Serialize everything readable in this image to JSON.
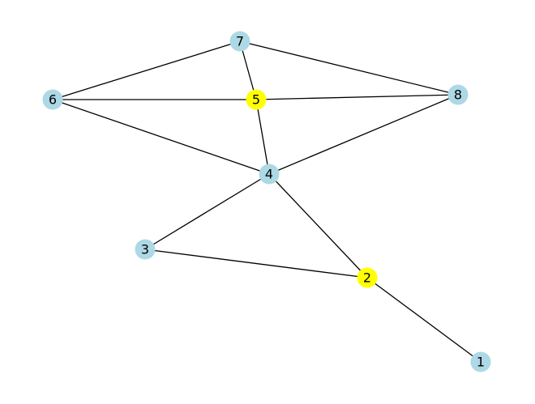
{
  "graph": {
    "colors": {
      "default_node": "#add8e6",
      "highlight_node": "#ffff00",
      "edge": "#000000"
    },
    "nodes": [
      {
        "id": "1",
        "label": "1",
        "highlighted": false
      },
      {
        "id": "2",
        "label": "2",
        "highlighted": true
      },
      {
        "id": "3",
        "label": "3",
        "highlighted": false
      },
      {
        "id": "4",
        "label": "4",
        "highlighted": false
      },
      {
        "id": "5",
        "label": "5",
        "highlighted": true
      },
      {
        "id": "6",
        "label": "6",
        "highlighted": false
      },
      {
        "id": "7",
        "label": "7",
        "highlighted": false
      },
      {
        "id": "8",
        "label": "8",
        "highlighted": false
      }
    ],
    "edges": [
      [
        "1",
        "2"
      ],
      [
        "2",
        "3"
      ],
      [
        "2",
        "4"
      ],
      [
        "3",
        "4"
      ],
      [
        "4",
        "5"
      ],
      [
        "4",
        "6"
      ],
      [
        "4",
        "8"
      ],
      [
        "5",
        "6"
      ],
      [
        "5",
        "7"
      ],
      [
        "5",
        "8"
      ],
      [
        "6",
        "7"
      ],
      [
        "7",
        "8"
      ]
    ]
  }
}
